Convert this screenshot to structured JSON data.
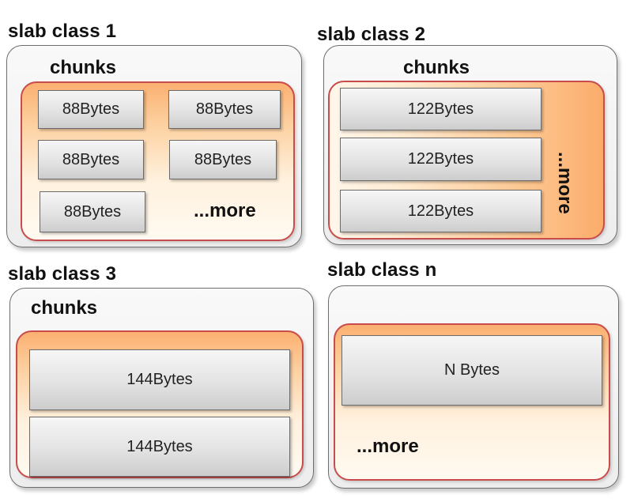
{
  "slabs": [
    {
      "title": "slab class 1",
      "chunks_label": "chunks",
      "chunks": [
        "88Bytes",
        "88Bytes",
        "88Bytes",
        "88Bytes",
        "88Bytes"
      ],
      "more": "...more"
    },
    {
      "title": "slab class 2",
      "chunks_label": "chunks",
      "chunks": [
        "122Bytes",
        "122Bytes",
        "122Bytes"
      ],
      "more": "...more"
    },
    {
      "title": "slab class 3",
      "chunks_label": "chunks",
      "chunks": [
        "144Bytes",
        "144Bytes"
      ]
    },
    {
      "title": "slab class n",
      "chunks": [
        "N Bytes"
      ],
      "more": "...more"
    }
  ],
  "colors": {
    "outer_border": "#6d6d6d",
    "inner_border": "#c84c4c",
    "inner_gradient_top": "#fbb071",
    "inner_gradient_bottom": "#fffaf1",
    "chunk_fill": "#e3e3e3"
  }
}
